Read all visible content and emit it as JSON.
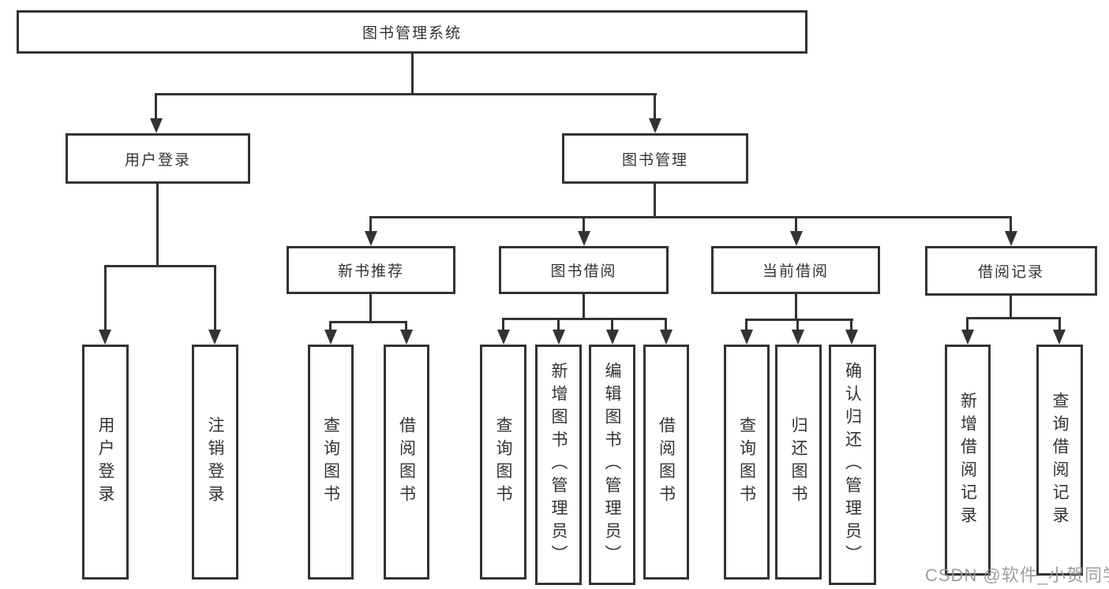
{
  "diagram": {
    "title": "图书管理系统",
    "root": {
      "label": "图书管理系统"
    },
    "level2": [
      {
        "label": "用户登录",
        "children": [
          {
            "label": "用户登录"
          },
          {
            "label": "注销登录"
          }
        ]
      },
      {
        "label": "图书管理"
      }
    ],
    "level3": [
      {
        "label": "新书推荐",
        "children": [
          {
            "label": "查询图书"
          },
          {
            "label": "借阅图书"
          }
        ]
      },
      {
        "label": "图书借阅",
        "children": [
          {
            "label": "查询图书"
          },
          {
            "label": "新增图书（管理员）"
          },
          {
            "label": "编辑图书（管理员）"
          },
          {
            "label": "借阅图书"
          }
        ]
      },
      {
        "label": "当前借阅",
        "children": [
          {
            "label": "查询图书"
          },
          {
            "label": "归还图书"
          },
          {
            "label": "确认归还（管理员）"
          }
        ]
      },
      {
        "label": "借阅记录",
        "children": [
          {
            "label": "新增借阅记录"
          },
          {
            "label": "查询借阅记录"
          }
        ]
      }
    ]
  },
  "watermark": "CSDN @软件_小贺同学",
  "colors": {
    "line": "#333333",
    "text": "#333333",
    "background": "#ffffff",
    "watermark": "#969696"
  }
}
